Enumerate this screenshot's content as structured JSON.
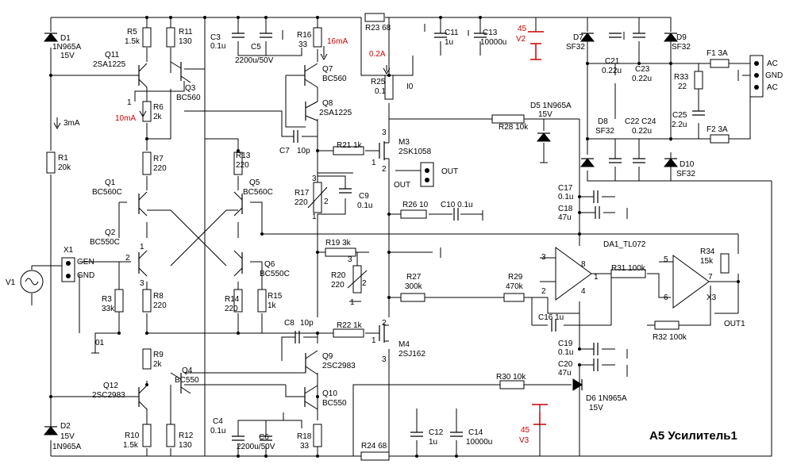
{
  "title": "A5 Усилитель1",
  "labels": {
    "D1": "D1",
    "D1v": "1N965A",
    "D1b": "15V",
    "D2": "D2",
    "D2b": "15V",
    "D2v": "1N965A",
    "R5": "R5",
    "R5v": "1.5k",
    "R11": "R11",
    "R11v": "130",
    "C3": "C3",
    "C3v": "0.1u",
    "C5": "C5",
    "C5v": "2200u/50V",
    "R16": "R16",
    "R16v": "33",
    "i16": "16mA",
    "R23": "R23 68",
    "C11": "C11",
    "C11v": "1u",
    "C13": "C13",
    "C13v": "10000u",
    "V2a": "45",
    "V2": "V2",
    "D7": "D7",
    "D7v": "SF32",
    "D9": "D9",
    "D9v": "SF32",
    "C21": "C21",
    "C21v": "0.22u",
    "C23": "C23",
    "C23v": "0.22u",
    "F1": "F1 3A",
    "AC1": "AC",
    "GND": "GND",
    "AC2": "AC",
    "R33": "R33",
    "R33v": "22",
    "C25": "C25",
    "C25v": "2.2u",
    "F2": "F2 3A",
    "Q11": "Q11",
    "Q11v": "2SA1225",
    "Q3": "Q3",
    "Q3v": "BC560",
    "Q7": "Q7",
    "Q7v": "BC560",
    "Q8": "Q8",
    "Q8v": "2SA1225",
    "i02": "0.2A",
    "R25": "R25",
    "R25v": "0.1",
    "I0": "I0",
    "D5": "D5 1N965A",
    "D5v": "15V",
    "R28": "R28 10k",
    "D8": "D8",
    "D8v": "SF32",
    "C22": "C22 C24",
    "C22v": "0.22u",
    "D10": "D10",
    "D10v": "SF32",
    "i3": "3mA",
    "i10": "10mA",
    "n1": "1",
    "R6": "R6",
    "R6v": "2k",
    "C7": "C7",
    "C7v": "10p",
    "R21": "R21 1k",
    "M3": "M3",
    "M3v": "2SK1058",
    "OUTc": "OUT",
    "R1": "R1",
    "R1v": "20k",
    "R7": "R7",
    "R7v": "220",
    "R13": "R13",
    "R13v": "220",
    "R17": "R17",
    "R17v": "220",
    "C9": "C9",
    "C9v": "0.1u",
    "OUT": "OUT",
    "C17": "C17",
    "C17v": "0.1u",
    "C18": "C18",
    "C18v": "47u",
    "Q1": "Q1",
    "Q1v": "BC560C",
    "Q5": "Q5",
    "Q5v": "BC560C",
    "R26": "R26 10",
    "C10": "C10 0.1u",
    "Q2": "Q2",
    "Q2v": "BC550C",
    "X1": "X1",
    "GEN": "GEN",
    "GNDx": "GND",
    "R19": "R19 3k",
    "DA1": "DA1_TL072",
    "R34": "R34",
    "R34v": "15k",
    "Q6": "Q6",
    "Q6v": "BC550C",
    "R20": "R20",
    "R20v": "220",
    "R27": "R27",
    "R27v": "300k",
    "R29": "R29",
    "R29v": "470k",
    "R31": "R31 100k",
    "V1": "V1",
    "R3": "R3",
    "R3v": "33k",
    "R8": "R8",
    "R8v": "220",
    "R14": "R14",
    "R14v": "220",
    "R15": "R15",
    "R15v": "1k",
    "X3": "X3",
    "C16": "C16 1u",
    "OUT1": "OUT1",
    "C8": "C8",
    "C8v": "10p",
    "R22": "R22 1k",
    "M4": "M4",
    "M4v": "2SJ162",
    "R32": "R32 100k",
    "n01": "01",
    "R9": "R9",
    "R9v": "2k",
    "C19": "C19",
    "C19v": "0.1u",
    "Q9": "Q9",
    "Q9v": "2SC2983",
    "C20": "C20",
    "C20v": "47u",
    "Q4": "Q4",
    "Q4v": "BC550",
    "R30": "R30 10k",
    "Q12": "Q12",
    "Q12v": "2SC2983",
    "Q10": "Q10",
    "Q10v": "BC550",
    "D6": "D6 1N965A",
    "D6v": "15V",
    "C4": "C4",
    "C4v": "0.1u",
    "C6": "C6",
    "C6v": "2200u/50V",
    "R10": "R10",
    "R10v": "1.5k",
    "R12": "R12",
    "R12v": "130",
    "R18": "R18",
    "R18v": "33",
    "R24": "R24 68",
    "C12": "C12",
    "C12v": "1u",
    "C14": "C14",
    "C14v": "10000u",
    "V3a": "45",
    "V3": "V3",
    "D2l": "D2",
    "p1": "1",
    "p2": "2",
    "p3": "3",
    "p4": "4",
    "p5": "5",
    "p6": "6",
    "p7": "7",
    "p8": "8",
    "pA": "1",
    "pB": "2",
    "pC": "3"
  },
  "colors": {
    "wire": "#000000",
    "source": "#cc0000",
    "background": "#ffffff"
  }
}
